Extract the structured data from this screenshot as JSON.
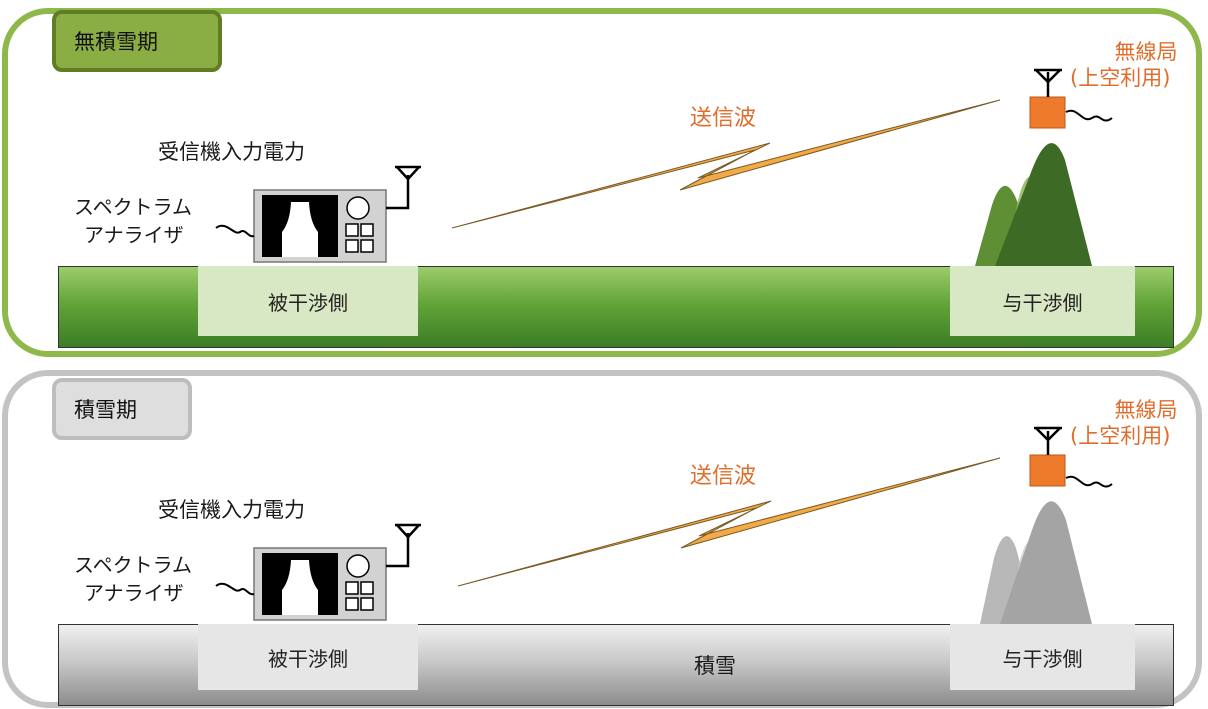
{
  "top_panel": {
    "season_label": "無積雪期",
    "receiver_power_label": "受信機入力電力",
    "analyzer_label_line1": "スペクトラム",
    "analyzer_label_line2": "アナライザ",
    "wave_label": "送信波",
    "station_label_line1": "無線局",
    "station_label_line2": "(上空利用)",
    "victim_label": "被干渉側",
    "interferer_label": "与干渉側"
  },
  "bottom_panel": {
    "season_label": "積雪期",
    "receiver_power_label": "受信機入力電力",
    "analyzer_label_line1": "スペクトラム",
    "analyzer_label_line2": "アナライザ",
    "wave_label": "送信波",
    "station_label_line1": "無線局",
    "station_label_line2": "(上空利用)",
    "victim_label": "被干渉側",
    "snow_label": "積雪",
    "interferer_label": "与干渉側"
  },
  "colors": {
    "top_border": "#8fb84a",
    "bottom_border": "#c3c3c3",
    "accent_orange": "#e06d2c",
    "wave_fill": "#f2aa46",
    "station_fill": "#ee7a2b"
  },
  "icons": [
    "antenna-icon",
    "spectrum-analyzer-icon",
    "lightning-wave-icon",
    "mountain-icon",
    "radio-station-icon",
    "cable-squiggle-icon"
  ]
}
